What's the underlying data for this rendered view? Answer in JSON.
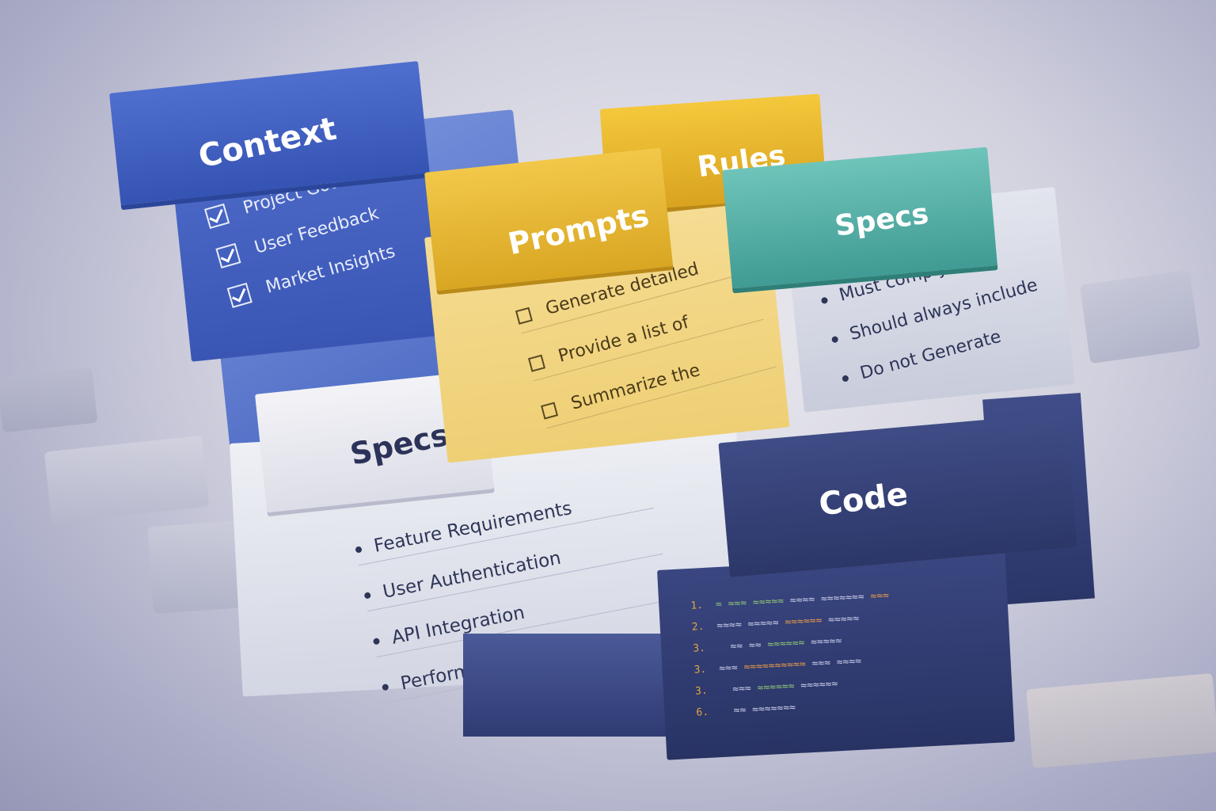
{
  "context": {
    "title": "Context",
    "items": [
      "Project Goals",
      "User Feedback",
      "Market Insights"
    ]
  },
  "prompts": {
    "title": "Prompts",
    "items": [
      "Generate detailed",
      "Provide a list of",
      "Summarize the"
    ]
  },
  "rules": {
    "title": "Rules"
  },
  "specs_top": {
    "title": "Specs",
    "items": [
      "Must comply with",
      "Should always include",
      "Do not Generate"
    ]
  },
  "specs_bottom": {
    "title": "Specs",
    "items": [
      "Feature Requirements",
      "User Authentication",
      "API Integration",
      "Performance Metrics"
    ]
  },
  "code": {
    "title": "Code",
    "line_numbers": [
      "1.",
      "2.",
      "3.",
      "3.",
      "3.",
      "6."
    ]
  },
  "colors": {
    "context": "#3553b3",
    "prompts": "#d9a622",
    "rules": "#d9a31f",
    "specs_top": "#3f9b93",
    "specs_bottom": "#dcdde7",
    "code": "#2c3768"
  }
}
